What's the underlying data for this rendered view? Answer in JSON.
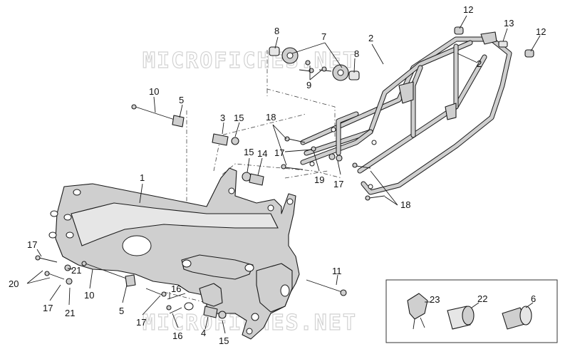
{
  "watermark": {
    "text": "MICROFICHES.NET"
  },
  "part_numbers": {
    "n8a": "8",
    "n7": "7",
    "n2a": "2",
    "n12a": "12",
    "n13": "13",
    "n12b": "12",
    "n9": "9",
    "n8b": "8",
    "n2b": "2",
    "n10a": "10",
    "n5a": "5",
    "n3": "3",
    "n15a": "15",
    "n18a": "18",
    "n17a": "17",
    "n15b": "15",
    "n14": "14",
    "n19": "19",
    "n17b": "17",
    "n1": "1",
    "n18b": "18",
    "n17c": "17",
    "n21a": "21",
    "n20": "20",
    "n10b": "10",
    "n11": "11",
    "n17d": "17",
    "n21b": "21",
    "n5b": "5",
    "n16a": "16",
    "n17e": "17",
    "n16b": "16",
    "n4": "4",
    "n15c": "15",
    "n23": "23",
    "n22": "22",
    "n6": "6"
  }
}
